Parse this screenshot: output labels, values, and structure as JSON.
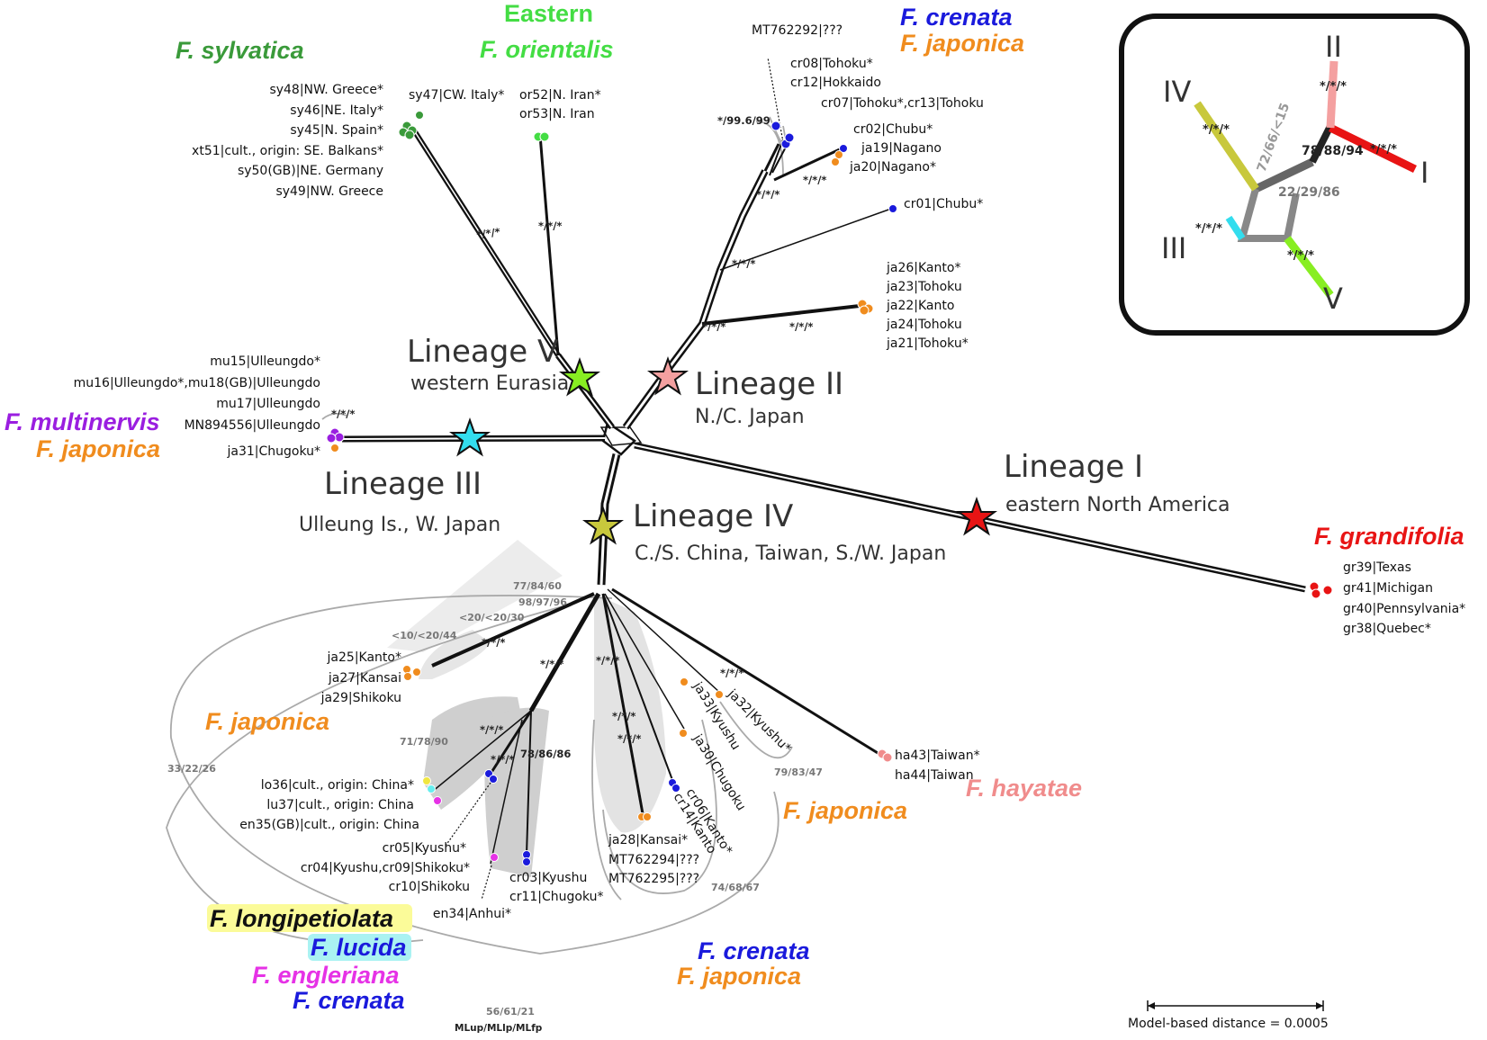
{
  "species": {
    "sylvatica": {
      "label": "F. sylvatica",
      "color": "#3a9a3a"
    },
    "eastern": {
      "label": "Eastern",
      "color": "#44dd44"
    },
    "orientalis": {
      "label": "F. orientalis",
      "color": "#44dd44"
    },
    "crenata_top": {
      "label": "F. crenata",
      "color": "#1a1adc"
    },
    "japonica_top": {
      "label": "F. japonica",
      "color": "#f08c1e"
    },
    "multinervis": {
      "label": "F. multinervis",
      "color": "#9a1ee0"
    },
    "japonica_left": {
      "label": "F. japonica",
      "color": "#f08c1e"
    },
    "grandifolia": {
      "label": "F. grandifolia",
      "color": "#e81414"
    },
    "japonica_mid": {
      "label": "F. japonica",
      "color": "#f08c1e"
    },
    "japonica_right": {
      "label": "F. japonica",
      "color": "#f08c1e"
    },
    "hayatae": {
      "label": "F. hayatae",
      "color": "#f08c8c"
    },
    "longipetiolata": {
      "label": "F. longipetiolata",
      "color": "#111111"
    },
    "lucida": {
      "label": "F. lucida",
      "color": "#1a1adc"
    },
    "engleriana": {
      "label": "F. engleriana",
      "color": "#e632e6"
    },
    "crenata_bl": {
      "label": "F. crenata",
      "color": "#1a1adc"
    },
    "crenata_bm": {
      "label": "F. crenata",
      "color": "#1a1adc"
    },
    "japonica_bm": {
      "label": "F. japonica",
      "color": "#f08c1e"
    }
  },
  "lineages": {
    "I": {
      "title": "Lineage I",
      "region": "eastern North America",
      "color": "#e81414"
    },
    "II": {
      "title": "Lineage II",
      "region": "N./C. Japan",
      "color": "#f4a0a0"
    },
    "III": {
      "title": "Lineage III",
      "region": "Ulleung Is., W. Japan",
      "color": "#33ddee"
    },
    "IV": {
      "title": "Lineage IV",
      "region": "C./S. China, Taiwan, S./W. Japan",
      "color": "#c8c83c"
    },
    "V": {
      "title": "Lineage V",
      "region": "western Eurasia",
      "color": "#88ee22"
    }
  },
  "tips": {
    "sylvatica": [
      "sy48|NW. Greece*",
      "sy46|NE. Italy*",
      "sy45|N. Spain*",
      "xt51|cult., origin: SE. Balkans*",
      "sy50(GB)|NE. Germany",
      "sy49|NW. Greece"
    ],
    "sy47": "sy47|CW. Italy*",
    "orientalis": [
      "or52|N. Iran*",
      "or53|N. Iran"
    ],
    "mt762292": "MT762292|???",
    "crenata_top": [
      "cr08|Tohoku*",
      "cr12|Hokkaido"
    ],
    "cr07": "cr07|Tohoku*,cr13|Tohoku",
    "chubu": [
      "cr02|Chubu*",
      "ja19|Nagano",
      "ja20|Nagano*"
    ],
    "cr01": "cr01|Chubu*",
    "japonica_top": [
      "ja26|Kanto*",
      "ja23|Tohoku",
      "ja22|Kanto",
      "ja24|Tohoku",
      "ja21|Tohoku*"
    ],
    "multinervis": [
      "mu15|Ulleungdo*",
      "mu16|Ulleungdo*,mu18(GB)|Ulleungdo",
      "mu17|Ulleungdo",
      "MN894556|Ulleungdo"
    ],
    "ja31": "ja31|Chugoku*",
    "grandifolia": [
      "gr39|Texas",
      "gr41|Michigan",
      "gr40|Pennsylvania*",
      "gr38|Quebec*"
    ],
    "ja_kanto": [
      "ja25|Kanto*",
      "ja27|Kansai",
      "ja29|Shikoku"
    ],
    "china": [
      "lo36|cult., origin: China*",
      "lu37|cult., origin: China",
      "en35(GB)|cult., origin: China"
    ],
    "kyushu": [
      "cr05|Kyushu*",
      "cr04|Kyushu,cr09|Shikoku*",
      "cr10|Shikoku"
    ],
    "cr03": [
      "cr03|Kyushu",
      "cr11|Chugoku*"
    ],
    "en34": "en34|Anhui*",
    "ja28": [
      "ja28|Kansai*",
      "MT762294|???",
      "MT762295|???"
    ],
    "cr06": "cr06|Kanto*",
    "cr14": "cr14|Kanto",
    "ja30": "ja30|Chugoku",
    "ja33": "ja33|Kyushu",
    "ja32": "ja32|Kyushu*",
    "hayatae": [
      "ha43|Taiwan*",
      "ha44|Taiwan"
    ]
  },
  "support": {
    "s_syl": "*/*/*",
    "s_ori": "*/*/*",
    "s_99": "*/99.6/99",
    "s_cr1": "*/*/*",
    "s_cr2": "*/*/*",
    "s_cr3": "*/*/*",
    "s_cr4": "*/*/*",
    "s_ja": "*/*/*",
    "s_mu": "*/*/*",
    "g1": "77/84/60",
    "g2": "98/97/96",
    "g3": "<20/<20/30",
    "g4": "<10/<20/44",
    "s_jak": "*/*/*",
    "s_b1": "*/*/*",
    "s_b2": "*/*/*",
    "s_b3": "*/*/*",
    "s_b4": "*/*/*",
    "s_b5": "*/*/*",
    "s_b6": "*/*/*",
    "s_b7": "*/*/*",
    "g5": "71/78/90",
    "g6": "78/86/86",
    "g7": "33/22/26",
    "g8": "79/83/47",
    "g9": "74/68/67",
    "g10": "56/61/21",
    "s_ha": "*/*/*"
  },
  "legend": {
    "methods": "MLup/MLlp/MLfp",
    "scale": "Model-based distance = 0.0005"
  },
  "inset": {
    "labels": {
      "I": "I",
      "II": "II",
      "III": "III",
      "IV": "IV",
      "V": "V"
    },
    "support": {
      "i1": "*/*/*",
      "i2": "*/*/*",
      "i3": "*/*/*",
      "i4": "*/*/*",
      "i5": "*/*/*",
      "c1": "72/66/<15",
      "c2": "78/88/94",
      "c3": "22/29/86"
    }
  }
}
